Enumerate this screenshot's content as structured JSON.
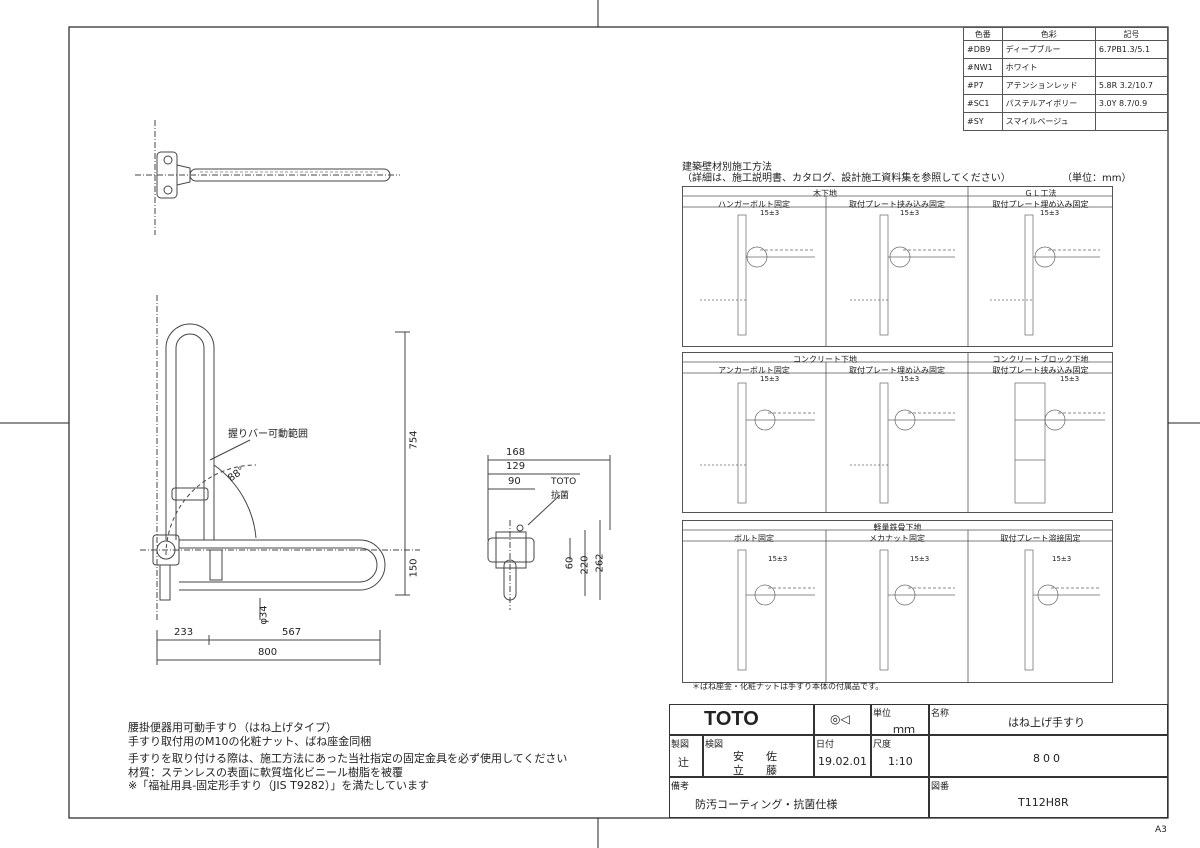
{
  "color_table": {
    "headers": [
      "色番",
      "色彩",
      "記号"
    ],
    "rows": [
      [
        "#DB9",
        "ディープブルー",
        "6.7PB1.3/5.1"
      ],
      [
        "#NW1",
        "ホワイト",
        ""
      ],
      [
        "#P7",
        "アテンションレッド",
        "5.8R 3.2/10.7"
      ],
      [
        "#SC1",
        "パステルアイボリー",
        "3.0Y 8.7/0.9"
      ],
      [
        "#SY",
        "スマイルベージュ",
        ""
      ]
    ]
  },
  "drawing": {
    "dim_lever": "握りバー可動範囲",
    "dim_angle": "88°",
    "dim_754": "754",
    "dim_150": "150",
    "dim_phi34": "φ34",
    "dim_233": "233",
    "dim_567": "567",
    "dim_800": "800",
    "dim_168": "168",
    "dim_129": "129",
    "dim_90": "90",
    "dim_60": "60",
    "dim_220": "220",
    "dim_262": "262",
    "label_toto": "TOTO",
    "label_antibac": "抗菌"
  },
  "install": {
    "title": "建築壁材別施工方法",
    "subtitle": "（詳細は、施工説明書、カタログ、設計施工資料集を参照してください）",
    "unit": "（単位：mm）",
    "wood": {
      "title": "木下地",
      "gl": "ＧＬ工法",
      "cells": [
        "ハンガーボルト固定",
        "取付プレート挟み込み固定",
        "取付プレート埋め込み固定"
      ]
    },
    "concrete": {
      "title": "コンクリート下地",
      "block": "コンクリートブロック下地",
      "cells": [
        "アンカーボルト固定",
        "取付プレート埋め込み固定",
        "取付プレート挟み込み固定"
      ]
    },
    "steel": {
      "title": "軽量鉄骨下地",
      "cells": [
        "ボルト固定",
        "メカナット固定",
        "取付プレート溶接固定"
      ]
    },
    "note": "＊ばね座金・化粧ナットは手すり本体の付属品です。",
    "dim_15": "15±3"
  },
  "notes": [
    "腰掛便器用可動手すり（はね上げタイプ）",
    "手すり取付用のM10の化粧ナット、ばね座金同梱",
    "手すりを取り付ける際は、施工方法にあった当社指定の固定金具を必ず使用してください",
    "材質：ステンレスの表面に軟質塩化ビニール樹脂を被覆",
    "※「福祉用具-固定形手すり（JIS T9282）」を満たしています"
  ],
  "title_block": {
    "logo": "TOTO",
    "unit_label": "単位",
    "unit_value": "ｍｍ",
    "name_label": "名称",
    "name_value": "はね上げ手すり",
    "size_value": "800",
    "drawn_label": "製図",
    "drawn_value": "辻",
    "check_label": "検図",
    "check_value_1": "安　　佐",
    "check_value_2": "立　　藤",
    "date_label": "日付",
    "date_value": "19.02.01",
    "scale_label": "尺度",
    "scale_value": "1:10",
    "remarks_label": "備考",
    "remarks_value": "防汚コーティング・抗菌仕様",
    "drawing_no_label": "図番",
    "drawing_no_value": "T112H8R"
  },
  "sheet_size": "A3"
}
